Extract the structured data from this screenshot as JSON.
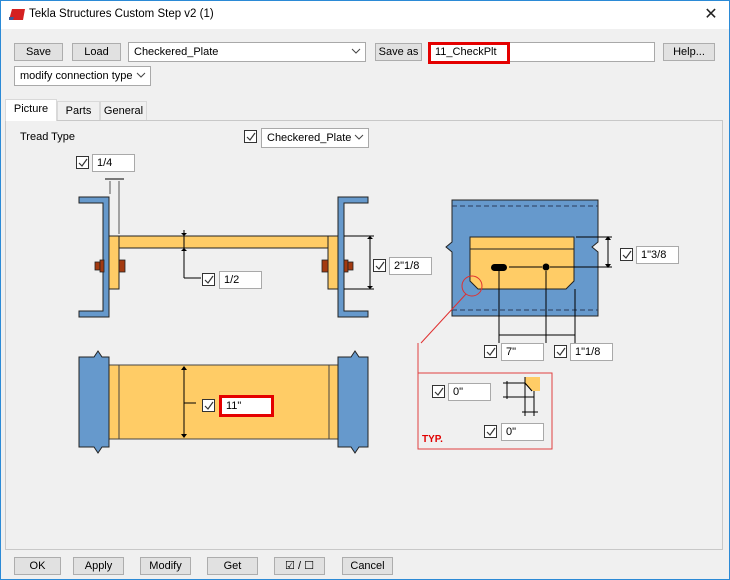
{
  "window": {
    "title": "Tekla Structures  Custom Step v2 (1)",
    "close_glyph": "✕"
  },
  "toolbar": {
    "save_label": "Save",
    "load_label": "Load",
    "preset_value": "Checkered_Plate",
    "save_as_label": "Save as",
    "save_as_value": "11_CheckPlt",
    "help_label": "Help...",
    "mode_value": "modify connection type"
  },
  "tabs": [
    {
      "label": "Picture",
      "active": true
    },
    {
      "label": "Parts",
      "active": false
    },
    {
      "label": "General",
      "active": false
    }
  ],
  "picture": {
    "tread_type_label": "Tread Type",
    "tread_type_value": "Checkered_Plate",
    "fields": {
      "clearance": "1/4",
      "plate_thickness": "1/2",
      "angle_height": "2\"1/8",
      "tread_depth": "11\"",
      "edge_distance": "1\"3/8",
      "bolt_spacing": "7\"",
      "end_distance": "1\"1/8",
      "chamfer_x": "0\"",
      "chamfer_y": "0\""
    },
    "typ_label": "TYP."
  },
  "colors": {
    "steel_blue": "#6699cc",
    "plate_yellow": "#ffcc66",
    "bolt_brown": "#a33a10",
    "highlight_red": "#e40000",
    "window_border": "#2b8ad6"
  },
  "footer": {
    "ok_label": "OK",
    "apply_label": "Apply",
    "modify_label": "Modify",
    "get_label": "Get",
    "toggle_label": "☑ / ☐",
    "cancel_label": "Cancel"
  }
}
